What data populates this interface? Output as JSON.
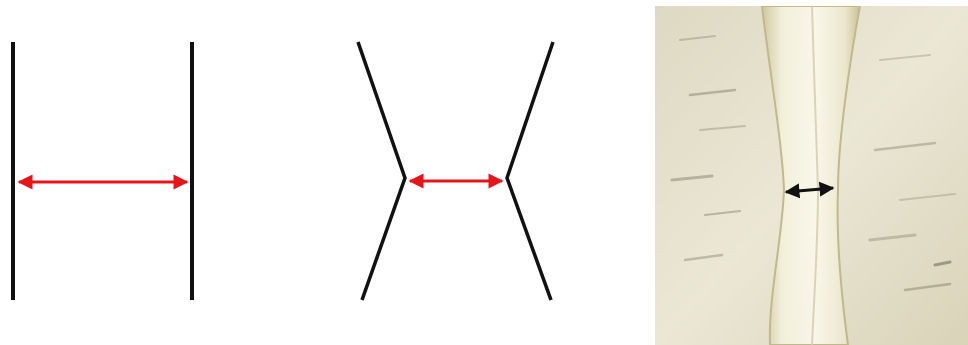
{
  "figure": {
    "panels": [
      {
        "id": "straight-walls",
        "arrow": "double-headed",
        "arrow_color": "#e8141c"
      },
      {
        "id": "necked-walls",
        "arrow": "double-headed",
        "arrow_color": "#e8141c"
      },
      {
        "id": "micrograph-photo",
        "arrow": "double-headed",
        "arrow_color": "#111111"
      }
    ],
    "colors": {
      "wall_line": "#111111",
      "arrow_red": "#e8141c",
      "arrow_black": "#111111",
      "photo_background": "#e6e2cf",
      "strand_fill": "#f0ecd6",
      "strand_edge": "#c4bd8e"
    }
  }
}
